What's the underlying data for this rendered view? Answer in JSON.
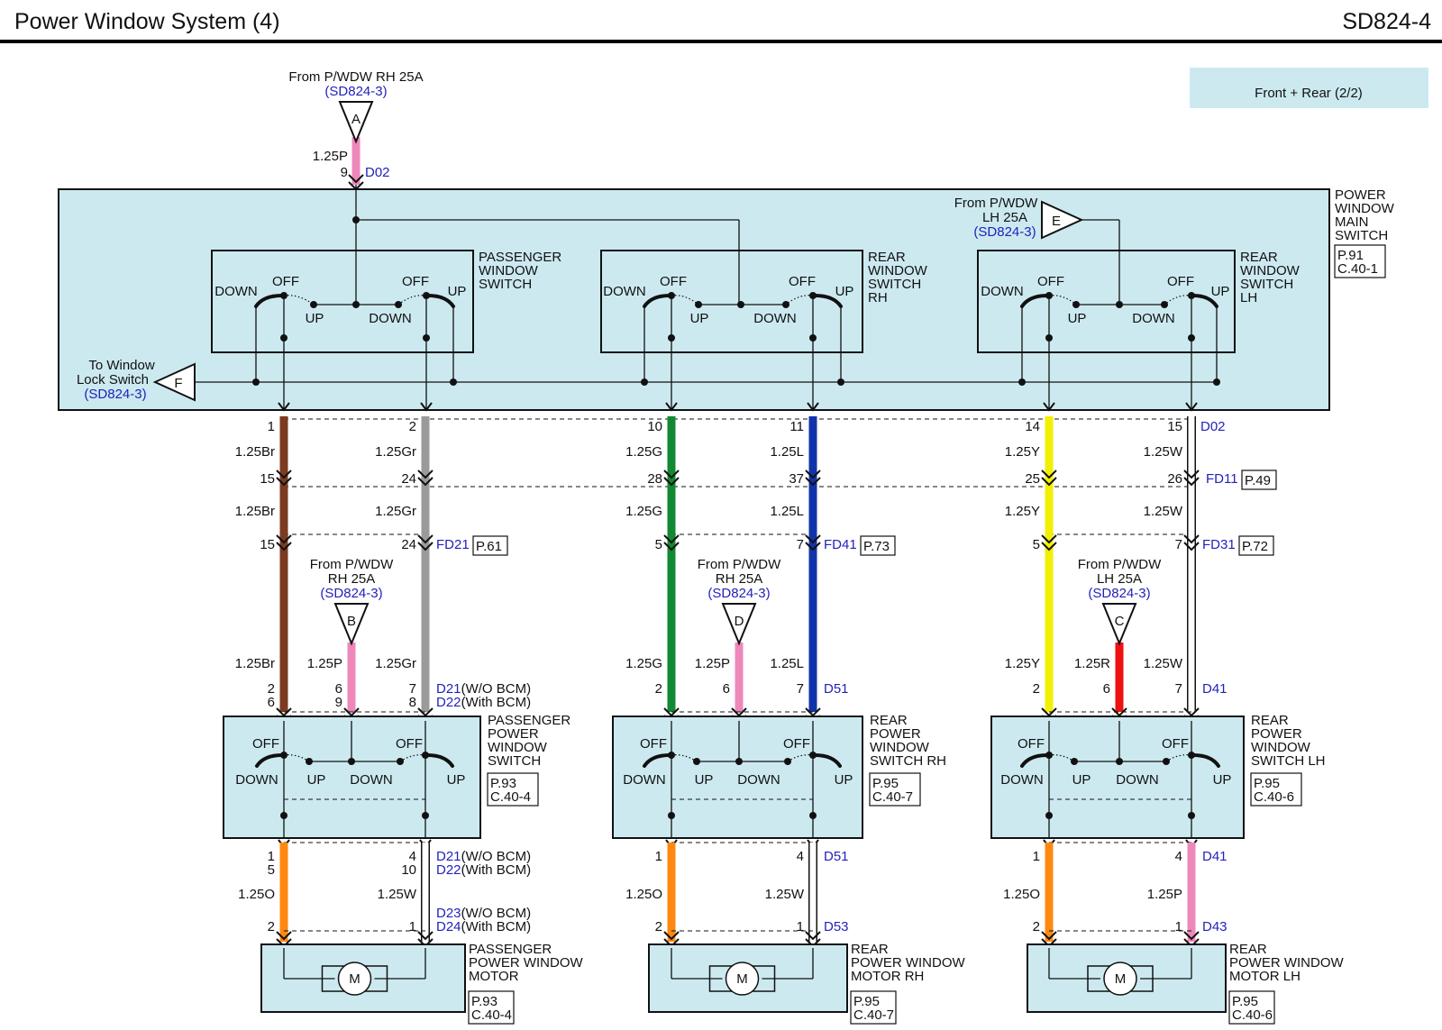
{
  "header": {
    "title": "Power Window System (4)",
    "code": "SD824-4"
  },
  "badge": "Front + Rear (2/2)",
  "sources": {
    "A": {
      "letter": "A",
      "l1": "From P/WDW RH 25A",
      "ref": "(SD824-3)"
    },
    "B": {
      "letter": "B",
      "l1": "From P/WDW",
      "l2": "RH 25A",
      "ref": "(SD824-3)"
    },
    "D": {
      "letter": "D",
      "l1": "From P/WDW",
      "l2": "RH 25A",
      "ref": "(SD824-3)"
    },
    "C": {
      "letter": "C",
      "l1": "From P/WDW",
      "l2": "LH 25A",
      "ref": "(SD824-3)"
    },
    "E": {
      "letter": "E",
      "l1": "From P/WDW",
      "l2": "LH 25A",
      "ref": "(SD824-3)"
    },
    "F": {
      "letter": "F",
      "l1": "To Window",
      "l2": "Lock Switch",
      "ref": "(SD824-3)"
    }
  },
  "main_switch": {
    "name": [
      "POWER",
      "WINDOW",
      "MAIN",
      "SWITCH"
    ],
    "page": "P.91",
    "conn": "C.40-1"
  },
  "sub_switches": [
    {
      "name": [
        "PASSENGER",
        "WINDOW",
        "SWITCH"
      ]
    },
    {
      "name": [
        "REAR",
        "WINDOW",
        "SWITCH",
        "RH"
      ]
    },
    {
      "name": [
        "REAR",
        "WINDOW",
        "SWITCH",
        "LH"
      ]
    }
  ],
  "switch_labels": {
    "down": "DOWN",
    "off": "OFF",
    "up": "UP"
  },
  "top_wire": {
    "size": "1.25P",
    "pin": "9",
    "conn": "D02"
  },
  "wires": {
    "w1": {
      "pins": [
        "1",
        "15",
        "15"
      ],
      "sizes": [
        "1.25Br",
        "1.25Br",
        "1.25Br"
      ],
      "color": "#7b3b20"
    },
    "w2": {
      "pins": [
        "2",
        "24",
        "24"
      ],
      "sizes": [
        "1.25Gr",
        "1.25Gr",
        "1.25Gr"
      ],
      "color": "#9a9a9a"
    },
    "w3": {
      "pins": [
        "10",
        "28",
        "5"
      ],
      "sizes": [
        "1.25G",
        "1.25G",
        "1.25G"
      ],
      "color": "#118833"
    },
    "w4": {
      "pins": [
        "11",
        "37",
        "7"
      ],
      "sizes": [
        "1.25L",
        "1.25L",
        "1.25L"
      ],
      "color": "#1133aa"
    },
    "w5": {
      "pins": [
        "14",
        "25",
        "5"
      ],
      "sizes": [
        "1.25Y",
        "1.25Y",
        "1.25Y"
      ],
      "color": "#f0f000"
    },
    "w6": {
      "pins": [
        "15",
        "26",
        "7"
      ],
      "sizes": [
        "1.25W",
        "1.25W",
        "1.25W"
      ],
      "color": "#ffffff"
    },
    "pink": "#ee88bb",
    "red": "#ee1111",
    "orange": "#ff8811"
  },
  "row_connectors": {
    "d02": "D02",
    "fd11": "FD11",
    "fd11_page": "P.49",
    "fd21": "FD21",
    "fd21_page": "P.61",
    "fd41": "FD41",
    "fd41_page": "P.73",
    "fd31": "FD31",
    "fd31_page": "P.72"
  },
  "lower": [
    {
      "id": "pass",
      "b_size": "1.25P",
      "l_size": "1.25Br",
      "r_size": "1.25Gr",
      "pins_l": [
        "2",
        "6"
      ],
      "pins_m": [
        "6",
        "9"
      ],
      "pins_r": [
        "7",
        "8"
      ],
      "conn": [
        "D21",
        "D22"
      ],
      "conn_sfx": [
        "(W/O BCM)",
        "(With BCM)"
      ],
      "sw_name": [
        "PASSENGER",
        "POWER",
        "WINDOW",
        "SWITCH"
      ],
      "sw_page": "P.93",
      "sw_conn": "C.40-4",
      "mpins_l": [
        "1",
        "5"
      ],
      "mpins_r": [
        "4",
        "10"
      ],
      "mconn": [
        "D21",
        "D22"
      ],
      "mconn_sfx": [
        "(W/O BCM)",
        "(With BCM)"
      ],
      "o_size": "1.25O",
      "w_size": "1.25W",
      "bpins_l": "2",
      "bpins_r": "1",
      "bconn": [
        "D23",
        "D24"
      ],
      "bconn_sfx": [
        "(W/O BCM)",
        "(With BCM)"
      ],
      "motor_name": [
        "PASSENGER",
        "POWER WINDOW",
        "MOTOR"
      ],
      "motor_page": "P.93",
      "motor_conn": "C.40-4"
    },
    {
      "id": "rrh",
      "b_size": "1.25P",
      "l_size": "1.25G",
      "r_size": "1.25L",
      "pins_l": [
        "2"
      ],
      "pins_m": [
        "6"
      ],
      "pins_r": [
        "7"
      ],
      "conn": [
        "D51"
      ],
      "sw_name": [
        "REAR",
        "POWER",
        "WINDOW",
        "SWITCH RH"
      ],
      "sw_page": "P.95",
      "sw_conn": "C.40-7",
      "mpins_l": [
        "1"
      ],
      "mpins_r": [
        "4"
      ],
      "mconn": [
        "D51"
      ],
      "o_size": "1.25O",
      "w_size": "1.25W",
      "bpins_l": "2",
      "bpins_r": "1",
      "bconn": [
        "D53"
      ],
      "motor_name": [
        "REAR",
        "POWER WINDOW",
        "MOTOR RH"
      ],
      "motor_page": "P.95",
      "motor_conn": "C.40-7"
    },
    {
      "id": "rlh",
      "b_size": "1.25R",
      "l_size": "1.25Y",
      "r_size": "1.25W",
      "pins_l": [
        "2"
      ],
      "pins_m": [
        "6"
      ],
      "pins_r": [
        "7"
      ],
      "conn": [
        "D41"
      ],
      "sw_name": [
        "REAR",
        "POWER",
        "WINDOW",
        "SWITCH LH"
      ],
      "sw_page": "P.95",
      "sw_conn": "C.40-6",
      "mpins_l": [
        "1"
      ],
      "mpins_r": [
        "4"
      ],
      "mconn": [
        "D41"
      ],
      "o_size": "1.25O",
      "w_size": "1.25P",
      "bpins_l": "2",
      "bpins_r": "1",
      "bconn": [
        "D43"
      ],
      "motor_name": [
        "REAR",
        "POWER WINDOW",
        "MOTOR LH"
      ],
      "motor_page": "P.95",
      "motor_conn": "C.40-6"
    }
  ],
  "motor_symbol": "M"
}
